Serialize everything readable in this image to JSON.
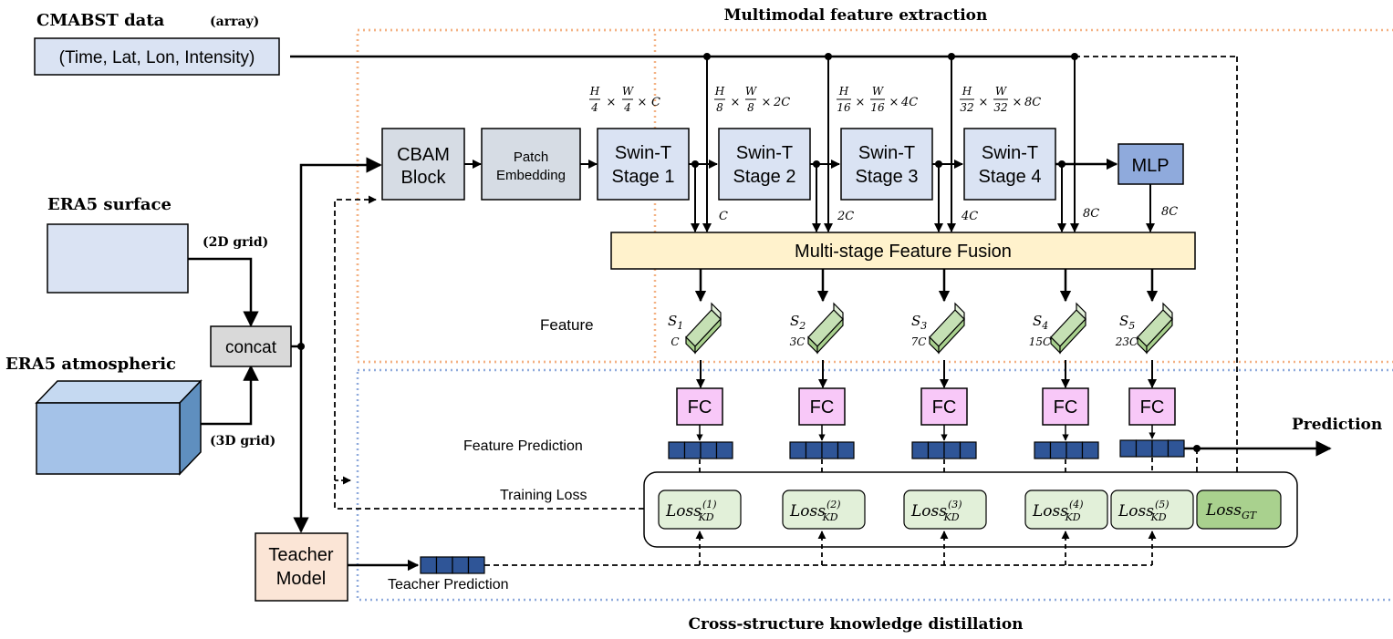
{
  "titles": {
    "top": "Multimodal feature extraction",
    "bottom": "Cross-structure knowledge distillation"
  },
  "inputs": {
    "cmabst_title": "CMABST data",
    "cmabst_type": "(array)",
    "cmabst_fields": "(Time, Lat, Lon, Intensity)",
    "surface_title": "ERA5 surface",
    "surface_type": "(2D grid)",
    "atmos_title": "ERA5 atmospheric",
    "atmos_type": "(3D grid)",
    "concat": "concat"
  },
  "blocks": {
    "cbam": [
      "CBAM",
      "Block"
    ],
    "patch": [
      "Patch",
      "Embedding"
    ],
    "stage1": [
      "Swin-T",
      "Stage 1"
    ],
    "stage2": [
      "Swin-T",
      "Stage 2"
    ],
    "stage3": [
      "Swin-T",
      "Stage 3"
    ],
    "stage4": [
      "Swin-T",
      "Stage 4"
    ],
    "mlp": "MLP",
    "fusion": "Multi-stage Feature Fusion",
    "teacher": [
      "Teacher",
      "Model"
    ]
  },
  "dims": {
    "s1_den": "4",
    "s1_ch": "C",
    "s2_den": "8",
    "s2_ch": "2C",
    "s3_den": "16",
    "s3_ch": "4C",
    "s4_den": "32",
    "s4_ch": "8C",
    "H": "H",
    "W": "W",
    "times": "×"
  },
  "channels": [
    "C",
    "2C",
    "4C",
    "8C",
    "8C"
  ],
  "features": {
    "label": "Feature",
    "names": [
      "S",
      "S",
      "S",
      "S",
      "S"
    ],
    "subs": [
      "1",
      "2",
      "3",
      "4",
      "5"
    ],
    "dims": [
      "C",
      "3C",
      "7C",
      "15C",
      "23C"
    ]
  },
  "fc": [
    "FC",
    "FC",
    "FC",
    "FC",
    "FC"
  ],
  "labels": {
    "feature_prediction": "Feature Prediction",
    "training_loss": "Training Loss",
    "teacher_prediction": "Teacher Prediction",
    "prediction": "Prediction"
  },
  "losses": {
    "kd_base": "Loss",
    "kd_sub": "KD",
    "kd_sups": [
      "(1)",
      "(2)",
      "(3)",
      "(4)",
      "(5)"
    ],
    "gt_sub": "GT"
  },
  "colors": {
    "swin": "#dae3f3",
    "cbam": "#d6dce4",
    "mlp": "#8faadc",
    "fusion": "#fff2cc",
    "fc": "#f8c8f8",
    "teacher": "#fbe5d6",
    "loss_kd": "#e2f0d9",
    "loss_gt": "#a9d18e",
    "token": "#2f5597",
    "feature_bar": "#c5e0b4",
    "orange_dotted": "#f4b183",
    "blue_dotted": "#8faadc"
  }
}
